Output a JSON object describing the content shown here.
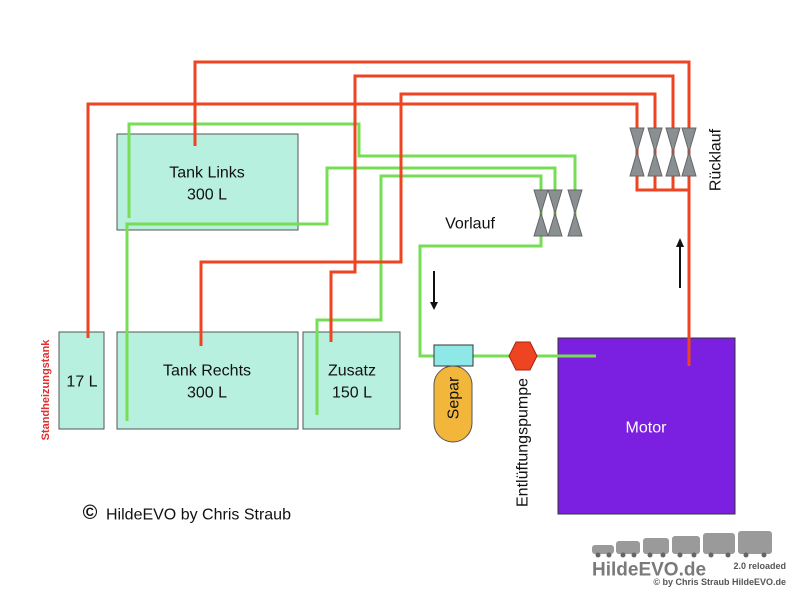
{
  "tanks": {
    "links": {
      "name": "Tank Links",
      "volume": "300 L"
    },
    "rechts": {
      "name": "Tank Rechts",
      "volume": "300 L"
    },
    "zusatz": {
      "name": "Zusatz",
      "volume": "150 L"
    },
    "standheizung": {
      "volume": "17 L",
      "side_label": "Standheizungstank"
    }
  },
  "components": {
    "separ": "Separ",
    "pump": "Entlüftungspumpe",
    "motor": "Motor"
  },
  "labels": {
    "vorlauf": "Vorlauf",
    "ruecklauf": "Rücklauf",
    "copyright": "HildeEVO by Chris Straub",
    "copyright_symbol": "©"
  },
  "logo": {
    "text": "HildeEVO.de",
    "badge": "2.0 reloaded",
    "credit": "© by Chris Straub HildeEVO.de"
  },
  "colors": {
    "supply_line": "#77dd55",
    "return_line": "#ee4422",
    "tank_fill": "#b8f0df",
    "motor_fill": "#7b1fe0",
    "separ_fill": "#f2b63a",
    "pump_fill": "#ee4422",
    "valve_fill": "#8a8f92",
    "side_label": "#e03030"
  }
}
